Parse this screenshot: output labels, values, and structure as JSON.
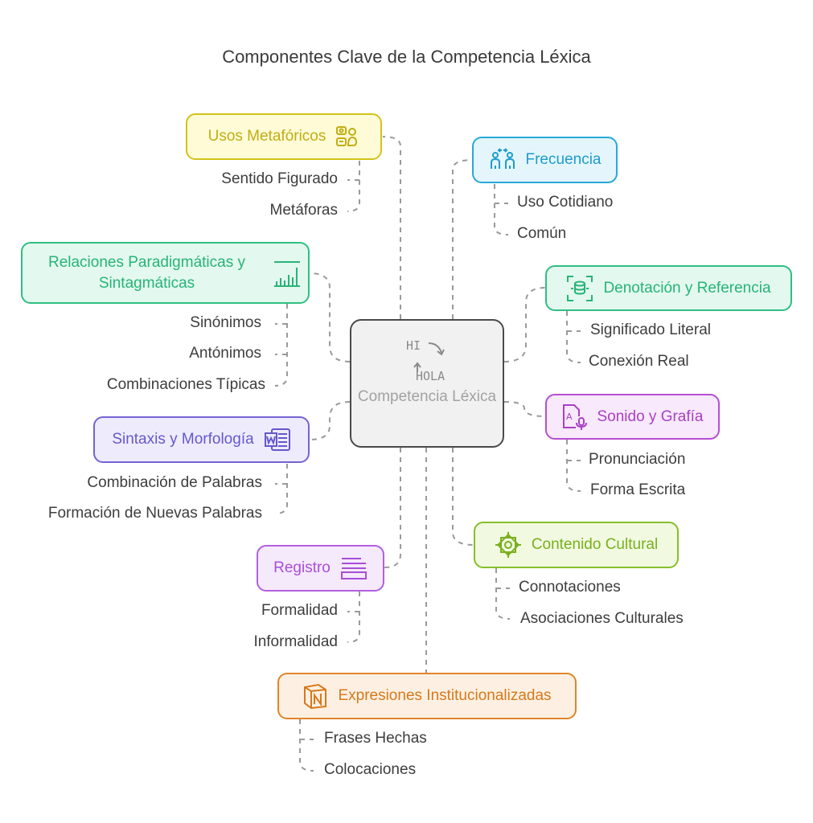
{
  "title": "Componentes Clave de la Competencia Léxica",
  "center": {
    "label": "Competencia Léxica",
    "icon": "hi-hola-translate-icon"
  },
  "colors": {
    "yellow": "#d4c21a",
    "cyan": "#27a9d8",
    "green": "#2fbf83",
    "magenta": "#b64fd0",
    "lime": "#86bf2a",
    "violet": "#7463d6",
    "purple": "#b45fe0",
    "orange": "#e0852a",
    "connector": "#9a9a9a"
  },
  "nodes": {
    "usos": {
      "label": "Usos Metafóricos",
      "icon": "bubbles-icon",
      "children": [
        "Sentido Figurado",
        "Metáforas"
      ]
    },
    "frecuencia": {
      "label": "Frecuencia",
      "icon": "people-talking-icon",
      "children": [
        "Uso Cotidiano",
        "Común"
      ]
    },
    "relaciones": {
      "label": "Relaciones Paradigmáticas y Sintagmáticas",
      "icon": "bar-chart-icon",
      "children": [
        "Sinónimos",
        "Antónimos",
        "Combinaciones Típicas"
      ]
    },
    "denotacion": {
      "label": "Denotación y Referencia",
      "icon": "database-scan-icon",
      "children": [
        "Significado Literal",
        "Conexión Real"
      ]
    },
    "sonido": {
      "label": "Sonido y Grafía",
      "icon": "document-microphone-icon",
      "children": [
        "Pronunciación",
        "Forma Escrita"
      ]
    },
    "sintaxis": {
      "label": "Sintaxis y Morfología",
      "icon": "word-document-icon",
      "children": [
        "Combinación de Palabras",
        "Formación de Nuevas Palabras"
      ]
    },
    "contenido": {
      "label": "Contenido Cultural",
      "icon": "ornament-icon",
      "children": [
        "Connotaciones",
        "Asociaciones Culturales"
      ]
    },
    "registro": {
      "label": "Registro",
      "icon": "text-lines-icon",
      "children": [
        "Formalidad",
        "Informalidad"
      ]
    },
    "expresiones": {
      "label": "Expresiones Institucionalizadas",
      "icon": "notion-n-icon",
      "children": [
        "Frases Hechas",
        "Colocaciones"
      ]
    }
  }
}
